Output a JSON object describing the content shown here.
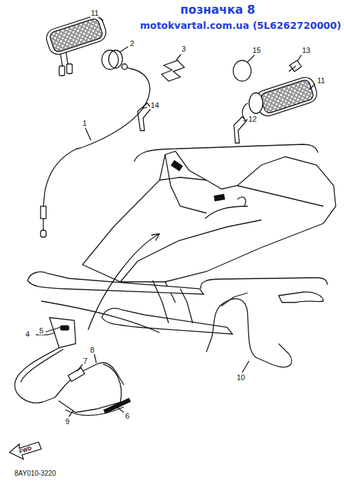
{
  "diagram": {
    "title": "позначка 8",
    "labels": [
      "motokvartal.com.ua (5L6262720000)",
      "11",
      "2",
      "3",
      "15",
      "13",
      "11",
      "14",
      "12",
      "1",
      "4",
      "5",
      "7",
      "8",
      "9",
      "6",
      "10",
      "FWD",
      "8AY010-3220"
    ]
  }
}
